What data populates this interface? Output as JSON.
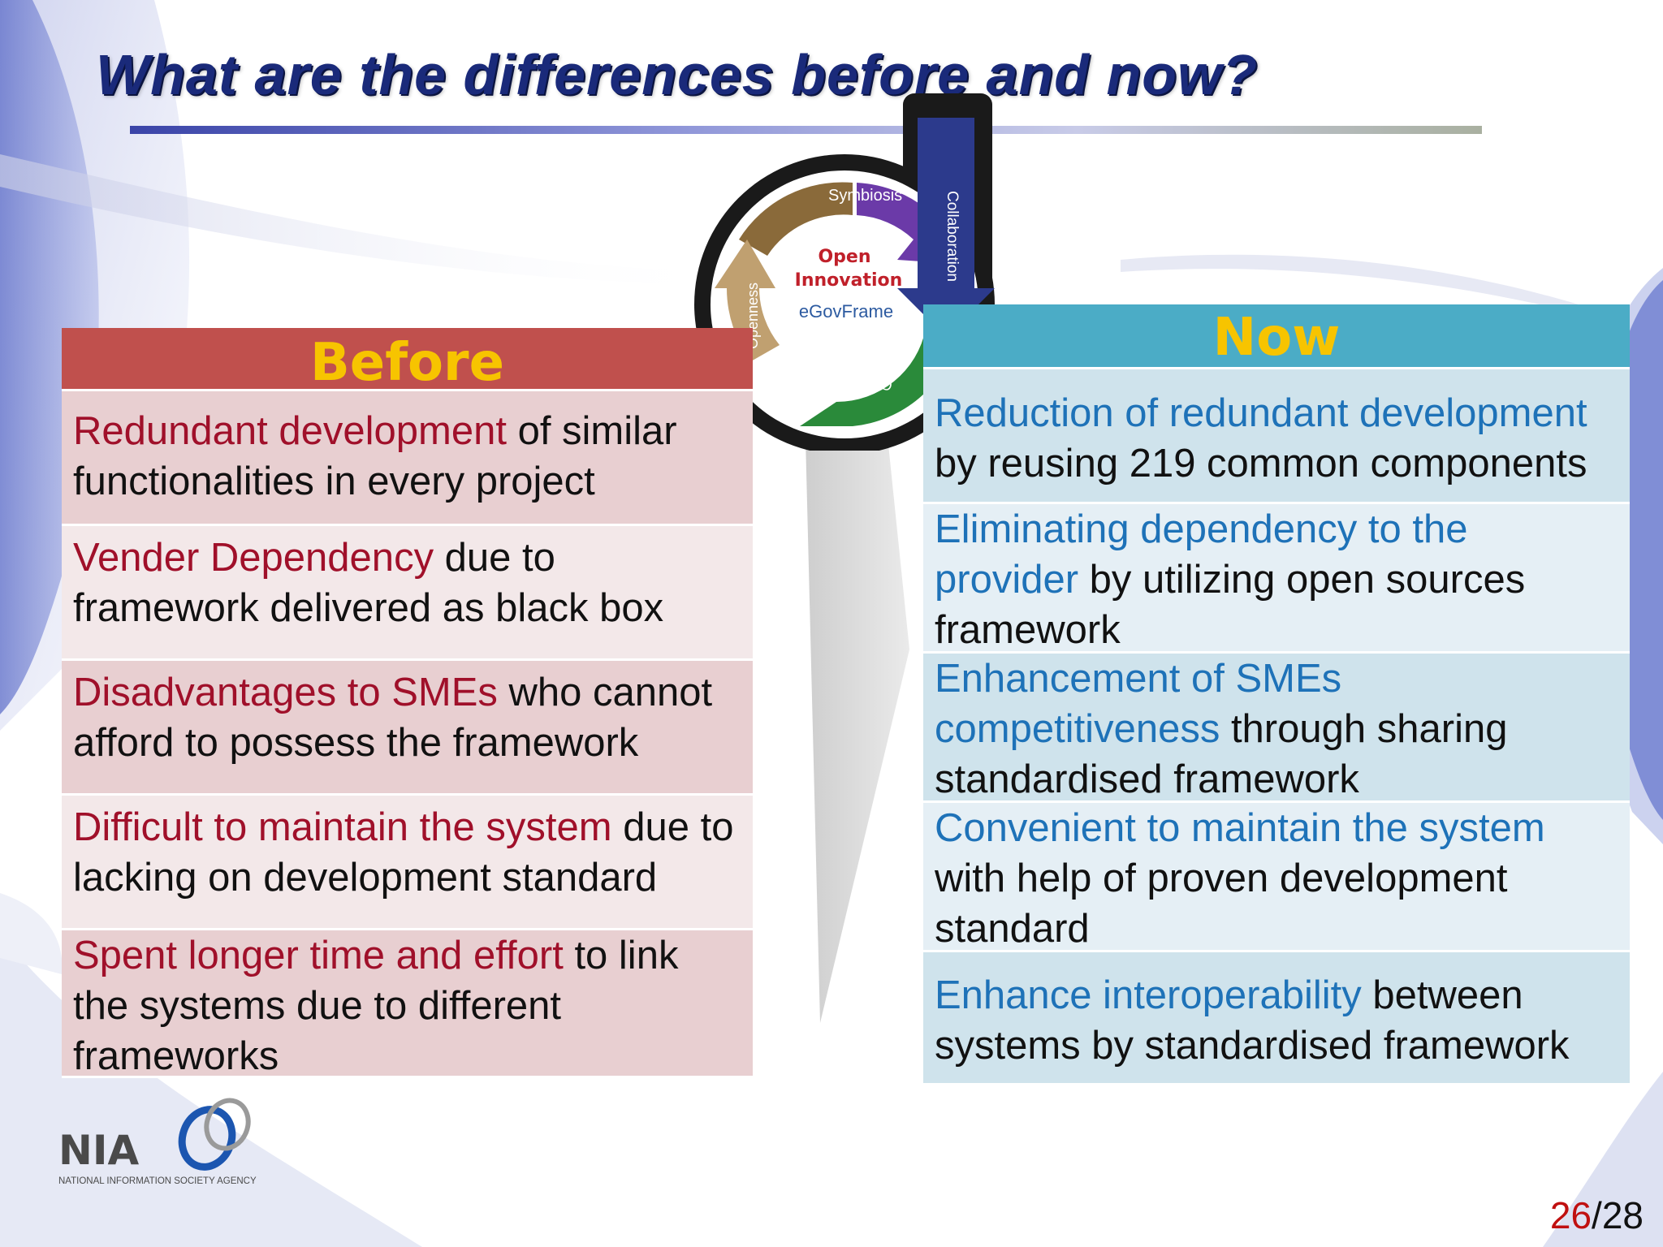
{
  "title": "What are the differences before and now?",
  "wheel": {
    "center_line1": "Open",
    "center_line2": "Innovation",
    "center_line3": "eGovFrame",
    "arc_top": "Symbiosis",
    "arc_right": "Collaboration",
    "arc_bottom": "Communication",
    "arc_left": "Openness"
  },
  "before": {
    "header": "Before",
    "rows": [
      {
        "highlight": "Redundant development",
        "rest": " of similar functionalities in every project"
      },
      {
        "highlight": "Vender Dependency",
        "rest": " due to framework delivered as black box"
      },
      {
        "highlight": "Disadvantages to SMEs",
        "rest": " who cannot afford to possess the framework"
      },
      {
        "highlight": "Difficult to maintain the system",
        "rest": " due to lacking on development standard"
      },
      {
        "highlight": "Spent longer time and effort",
        "rest": " to link the systems due to different frameworks"
      }
    ]
  },
  "now": {
    "header": "Now",
    "rows": [
      {
        "highlight": "Reduction of redundant development",
        "rest": " by reusing 219 common components"
      },
      {
        "highlight": "Eliminating dependency to the provider",
        "rest": " by utilizing open sources framework"
      },
      {
        "highlight": "Enhancement of SMEs competitiveness",
        "rest": " through sharing standardised framework"
      },
      {
        "highlight": "Convenient to maintain the system",
        "rest": " with help of proven development standard"
      },
      {
        "highlight": "Enhance interoperability",
        "rest": " between systems by standardised framework"
      }
    ]
  },
  "logo": {
    "name": "NIA",
    "subtitle": "NATIONAL INFORMATION SOCIETY AGENCY"
  },
  "page": {
    "current": "26",
    "separator": "/",
    "total": "28"
  }
}
